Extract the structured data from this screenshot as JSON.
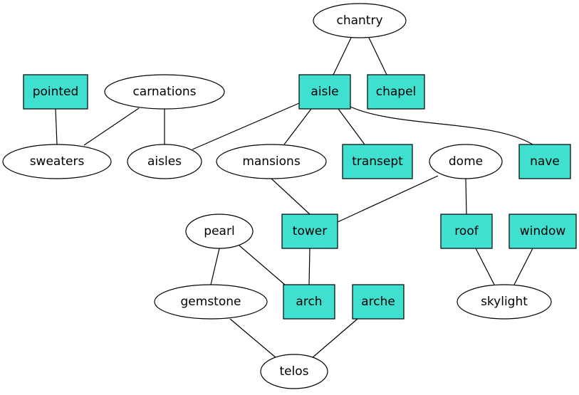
{
  "nodes": [
    {
      "id": "chantry",
      "label": "chantry",
      "shape": "ellipse"
    },
    {
      "id": "aisle",
      "label": "aisle",
      "shape": "box"
    },
    {
      "id": "chapel",
      "label": "chapel",
      "shape": "box"
    },
    {
      "id": "pointed",
      "label": "pointed",
      "shape": "box"
    },
    {
      "id": "carnations",
      "label": "carnations",
      "shape": "ellipse"
    },
    {
      "id": "sweaters",
      "label": "sweaters",
      "shape": "ellipse"
    },
    {
      "id": "aisles",
      "label": "aisles",
      "shape": "ellipse"
    },
    {
      "id": "mansions",
      "label": "mansions",
      "shape": "ellipse"
    },
    {
      "id": "transept",
      "label": "transept",
      "shape": "box"
    },
    {
      "id": "dome",
      "label": "dome",
      "shape": "ellipse"
    },
    {
      "id": "nave",
      "label": "nave",
      "shape": "box"
    },
    {
      "id": "pearl",
      "label": "pearl",
      "shape": "ellipse"
    },
    {
      "id": "tower",
      "label": "tower",
      "shape": "box"
    },
    {
      "id": "roof",
      "label": "roof",
      "shape": "box"
    },
    {
      "id": "window",
      "label": "window",
      "shape": "box"
    },
    {
      "id": "gemstone",
      "label": "gemstone",
      "shape": "ellipse"
    },
    {
      "id": "arch",
      "label": "arch",
      "shape": "box"
    },
    {
      "id": "arche",
      "label": "arche",
      "shape": "box"
    },
    {
      "id": "skylight",
      "label": "skylight",
      "shape": "ellipse"
    },
    {
      "id": "telos",
      "label": "telos",
      "shape": "ellipse"
    }
  ],
  "edges": [
    [
      "chantry",
      "aisle"
    ],
    [
      "chantry",
      "chapel"
    ],
    [
      "pointed",
      "sweaters"
    ],
    [
      "carnations",
      "sweaters"
    ],
    [
      "carnations",
      "aisles"
    ],
    [
      "aisle",
      "aisles"
    ],
    [
      "aisle",
      "mansions"
    ],
    [
      "aisle",
      "transept"
    ],
    [
      "aisle",
      "nave"
    ],
    [
      "mansions",
      "tower"
    ],
    [
      "dome",
      "tower"
    ],
    [
      "dome",
      "roof"
    ],
    [
      "tower",
      "arch"
    ],
    [
      "pearl",
      "arch"
    ],
    [
      "pearl",
      "gemstone"
    ],
    [
      "roof",
      "skylight"
    ],
    [
      "window",
      "skylight"
    ],
    [
      "gemstone",
      "telos"
    ],
    [
      "arche",
      "telos"
    ]
  ],
  "colors": {
    "box_fill": "#40e0d0",
    "ellipse_fill": "#ffffff",
    "stroke": "#000000"
  }
}
